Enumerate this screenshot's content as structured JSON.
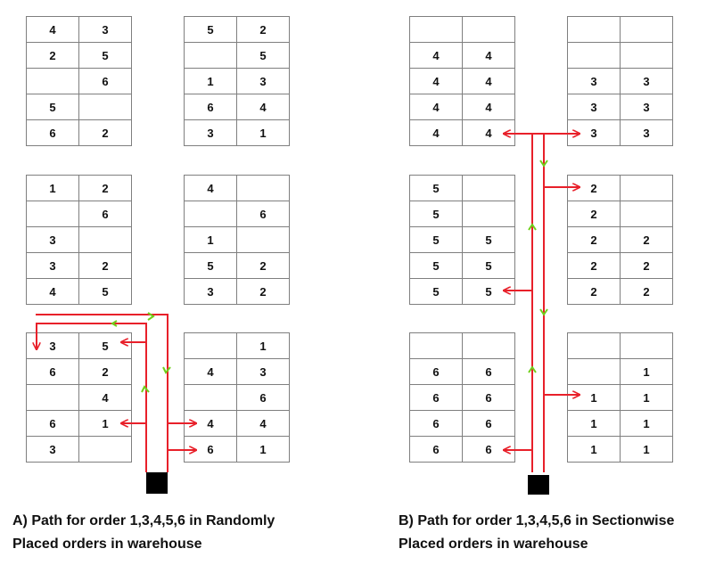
{
  "panel_a": {
    "caption_line1": "A) Path for order 1,3,4,5,6  in Randomly",
    "caption_line2": "Placed orders in warehouse",
    "racks": [
      [
        [
          "4",
          "3"
        ],
        [
          "2",
          "5"
        ],
        [
          "",
          "6"
        ],
        [
          "5",
          ""
        ],
        [
          "6",
          "2"
        ]
      ],
      [
        [
          "5",
          "2"
        ],
        [
          "",
          "5"
        ],
        [
          "1",
          "3"
        ],
        [
          "6",
          "4"
        ],
        [
          "3",
          "1"
        ]
      ],
      [
        [
          "1",
          "2"
        ],
        [
          "",
          "6"
        ],
        [
          "3",
          ""
        ],
        [
          "3",
          "2"
        ],
        [
          "4",
          "5"
        ]
      ],
      [
        [
          "4",
          ""
        ],
        [
          "",
          "6"
        ],
        [
          "1",
          ""
        ],
        [
          "5",
          "2"
        ],
        [
          "3",
          "2"
        ]
      ],
      [
        [
          "3",
          "5"
        ],
        [
          "6",
          "2"
        ],
        [
          "",
          "4"
        ],
        [
          "6",
          "1"
        ],
        [
          "3",
          ""
        ]
      ],
      [
        [
          "",
          "1"
        ],
        [
          "4",
          "3"
        ],
        [
          "",
          "6"
        ],
        [
          "4",
          "4"
        ],
        [
          "6",
          "1"
        ]
      ]
    ]
  },
  "panel_b": {
    "caption_line1": "B) Path for order 1,3,4,5,6 in Sectionwise",
    "caption_line2": "Placed orders in warehouse",
    "racks": [
      [
        [
          "",
          ""
        ],
        [
          "4",
          "4"
        ],
        [
          "4",
          "4"
        ],
        [
          "4",
          "4"
        ],
        [
          "4",
          "4"
        ]
      ],
      [
        [
          "",
          ""
        ],
        [
          "",
          ""
        ],
        [
          "3",
          "3"
        ],
        [
          "3",
          "3"
        ],
        [
          "3",
          "3"
        ]
      ],
      [
        [
          "5",
          ""
        ],
        [
          "5",
          ""
        ],
        [
          "5",
          "5"
        ],
        [
          "5",
          "5"
        ],
        [
          "5",
          "5"
        ]
      ],
      [
        [
          "2",
          ""
        ],
        [
          "2",
          ""
        ],
        [
          "2",
          "2"
        ],
        [
          "2",
          "2"
        ],
        [
          "2",
          "2"
        ]
      ],
      [
        [
          "",
          ""
        ],
        [
          "6",
          "6"
        ],
        [
          "6",
          "6"
        ],
        [
          "6",
          "6"
        ],
        [
          "6",
          "6"
        ]
      ],
      [
        [
          "",
          ""
        ],
        [
          "",
          "1"
        ],
        [
          "1",
          "1"
        ],
        [
          "1",
          "1"
        ],
        [
          "1",
          "1"
        ]
      ]
    ]
  },
  "colors": {
    "path": "#e8202a",
    "direction_mark": "#6fcf1a",
    "grid": "#7f7f7f",
    "start_block": "#000000"
  }
}
